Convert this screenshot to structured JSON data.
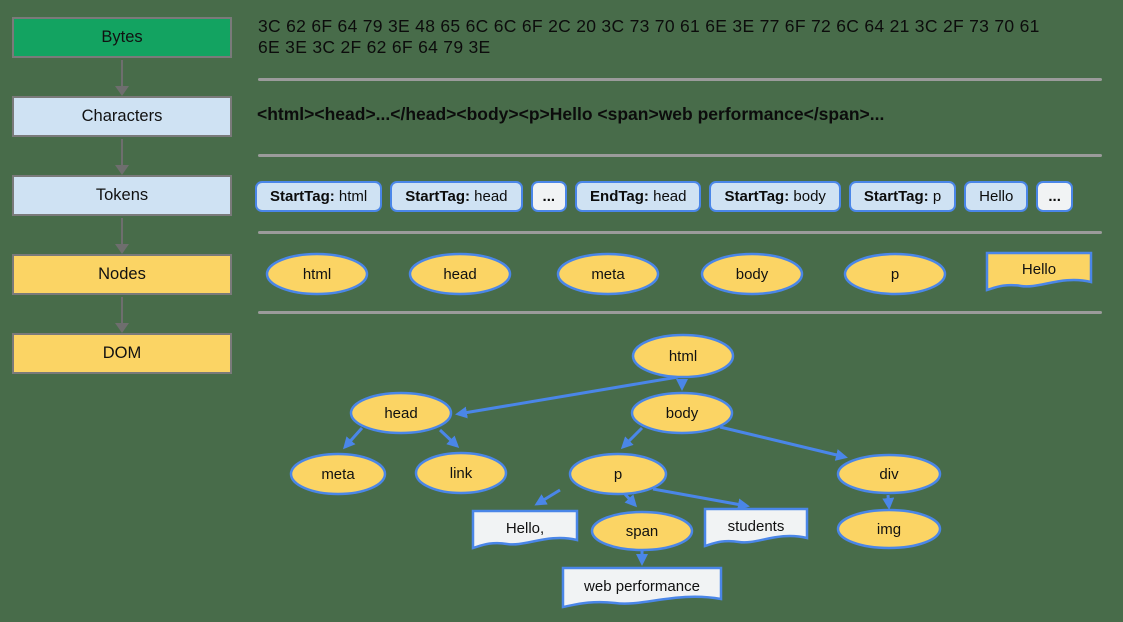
{
  "pipeline": {
    "stages": [
      {
        "label": "Bytes"
      },
      {
        "label": "Characters"
      },
      {
        "label": "Tokens"
      },
      {
        "label": "Nodes"
      },
      {
        "label": "DOM"
      }
    ]
  },
  "bytes_row": {
    "lines": [
      "3C 62 6F 64 79 3E 48 65 6C 6C 6F 2C 20 3C 73 70 61 6E 3E 77 6F 72 6C 64 21 3C 2F 73 70 61",
      "6E 3E 3C 2F 62 6F 64 79 3E"
    ]
  },
  "characters_row": {
    "text": "<html><head>...</head><body><p>Hello <span>web performance</span>..."
  },
  "tokens_row": {
    "tokens": [
      {
        "kind": "tag",
        "label": "StartTag:",
        "value": "html"
      },
      {
        "kind": "tag",
        "label": "StartTag:",
        "value": "head"
      },
      {
        "kind": "ellipsis",
        "value": "..."
      },
      {
        "kind": "tag",
        "label": "EndTag:",
        "value": "head"
      },
      {
        "kind": "tag",
        "label": "StartTag:",
        "value": "body"
      },
      {
        "kind": "tag",
        "label": "StartTag:",
        "value": "p"
      },
      {
        "kind": "text",
        "value": "Hello"
      },
      {
        "kind": "ellipsis",
        "value": "..."
      }
    ]
  },
  "nodes_row": {
    "elements": [
      "html",
      "head",
      "meta",
      "body",
      "p"
    ],
    "text_node": "Hello"
  },
  "dom_tree": {
    "elements": {
      "html": "html",
      "head": "head",
      "body": "body",
      "meta": "meta",
      "link": "link",
      "p": "p",
      "div": "div",
      "span": "span",
      "img": "img"
    },
    "text_nodes": {
      "hello": "Hello,",
      "students": "students",
      "web_performance": "web performance"
    }
  },
  "colors": {
    "background": "#486C4A",
    "stage_green": "#13A361",
    "stage_light_blue": "#CFE2F3",
    "stage_yellow": "#FBD464",
    "node_yellow": "#FBD464",
    "accent_blue": "#4A86E8",
    "box_border_gray": "#7A7A7A",
    "separator_gray": "#9B9B9B",
    "flag_white": "#F1F3F4",
    "text_black": "#0C0C0C"
  }
}
